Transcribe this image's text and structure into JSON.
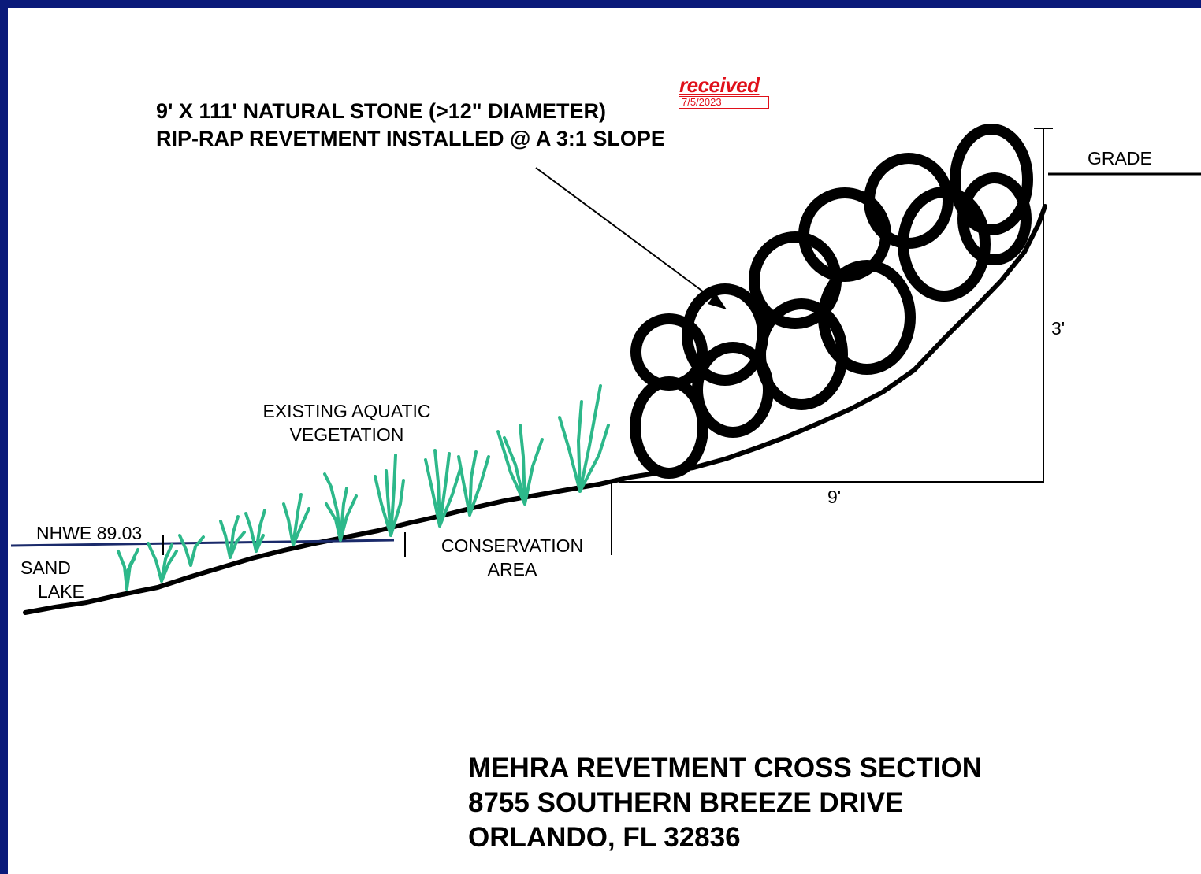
{
  "callout": {
    "line1": "9' X 111' NATURAL STONE (>12\" DIAMETER)",
    "line2": "RIP-RAP REVETMENT INSTALLED @ A 3:1 SLOPE"
  },
  "stamp": {
    "word": "received",
    "date": "7/5/2023"
  },
  "labels": {
    "grade": "GRADE",
    "height_dim": "3'",
    "width_dim": "9'",
    "vegetation_line1": "EXISTING AQUATIC",
    "vegetation_line2": "VEGETATION",
    "nhwe": "NHWE 89.03",
    "lake_line1": "SAND",
    "lake_line2": "LAKE",
    "conservation_line1": "CONSERVATION",
    "conservation_line2": "AREA"
  },
  "title_block": {
    "line1": "MEHRA REVETMENT CROSS SECTION",
    "line2": "8755 SOUTHERN BREEZE DRIVE",
    "line3": "ORLANDO, FL 32836"
  },
  "colors": {
    "frame": "#0a1a7a",
    "vegetation": "#2db88a",
    "stamp": "#e0101a",
    "water_line": "#1a2a6a"
  }
}
